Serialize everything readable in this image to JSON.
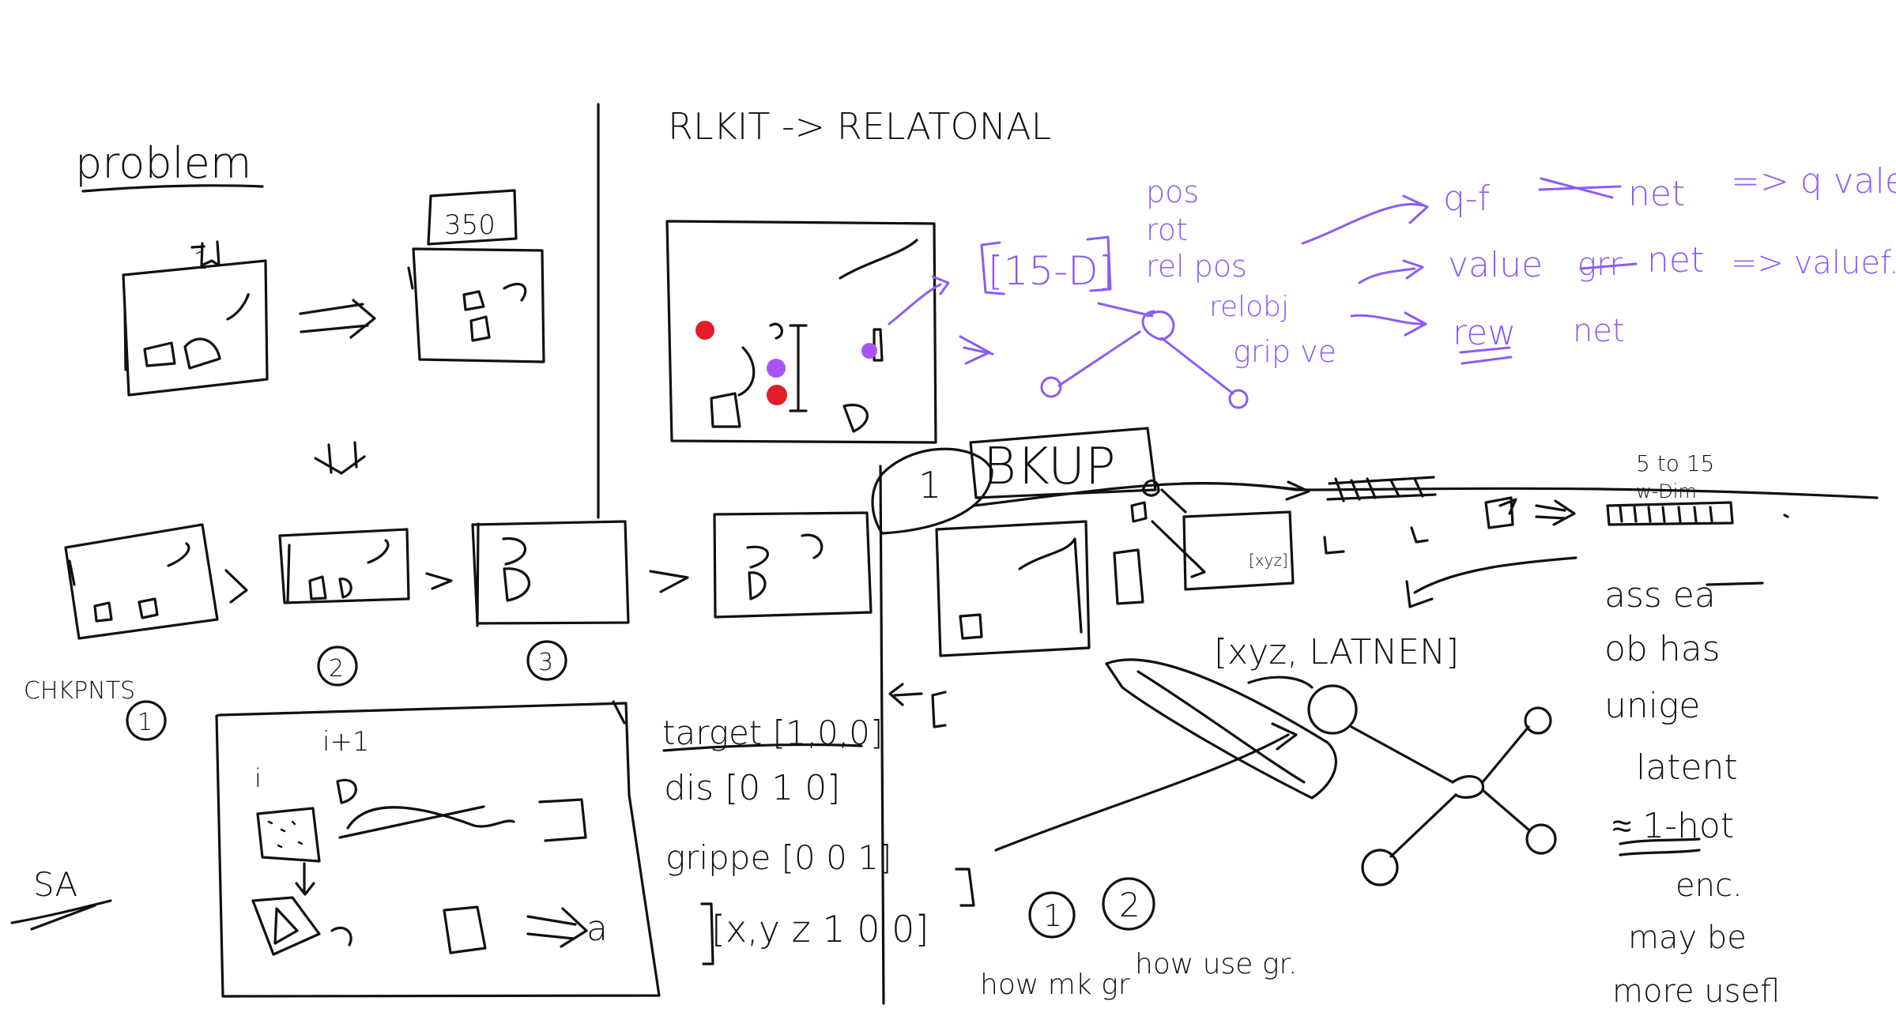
{
  "colors": {
    "ink": "#111111",
    "purple_ink": "#8b5cf6",
    "red_marker": "#e11d2a",
    "purple_marker": "#a855f7",
    "background": "#ffffff"
  },
  "left": {
    "heading": "problem",
    "box_one_label": "1",
    "box_counter": "350",
    "checkpoints_label": "CHKPNTS",
    "checkpoint_numbers": [
      "1",
      "2",
      "3"
    ],
    "sa_label": "SA",
    "inset": {
      "label_i": "i",
      "label_i_plus_1": "i+1",
      "label_a": "a"
    }
  },
  "right": {
    "heading": "RLKIT -> RELATONAL",
    "feature_vector": "[15-D]",
    "features": [
      "pos",
      "rot",
      "rel pos",
      "relobj",
      "grip ve"
    ],
    "networks": [
      "q-f",
      "net",
      "=> q vale",
      "value",
      "net",
      "=> valuef.",
      "rew",
      "net"
    ],
    "network_scribble": "grr",
    "box_label": "BKUP",
    "box_label_number": "1",
    "small_note": "5 to 15",
    "small_box_label": "[xyz]",
    "wdim_label": "w-Dim",
    "latent_label": "[xyz, LATNEN]",
    "encodings": {
      "target": "target [1,0,0]",
      "dis": "dis [0 1 0]",
      "gripper": "grippe [0 0 1]",
      "xyz": "[x,y z 1 0 0]"
    },
    "questions": [
      {
        "num": "1",
        "text": "how mk gr"
      },
      {
        "num": "2",
        "text": "how use gr."
      }
    ],
    "side_note": [
      "ass ea",
      "ob has",
      "unige",
      "latent",
      "≈ 1-hot",
      "enc.",
      "may be",
      "more usefl"
    ]
  }
}
